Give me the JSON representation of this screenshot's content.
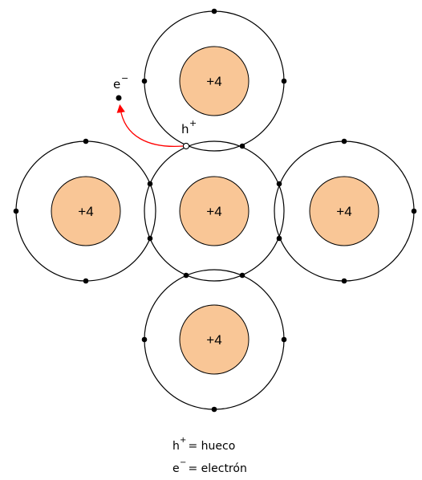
{
  "atoms": [
    {
      "id": "top",
      "charge": "+4"
    },
    {
      "id": "left",
      "charge": "+4"
    },
    {
      "id": "center",
      "charge": "+4"
    },
    {
      "id": "right",
      "charge": "+4"
    },
    {
      "id": "bottom",
      "charge": "+4"
    }
  ],
  "labels": {
    "electron_symbol": "e",
    "electron_sup": "−",
    "hole_symbol": "h",
    "hole_sup": "+"
  },
  "legend": {
    "hole_symbol": "h",
    "hole_sup": "+",
    "hole_text": " = hueco",
    "electron_symbol": "e",
    "electron_sup": "−",
    "electron_text": " = electrón"
  },
  "colors": {
    "core_fill": "#F9C696",
    "shell_stroke": "#000000",
    "arrow": "#FF0000"
  }
}
